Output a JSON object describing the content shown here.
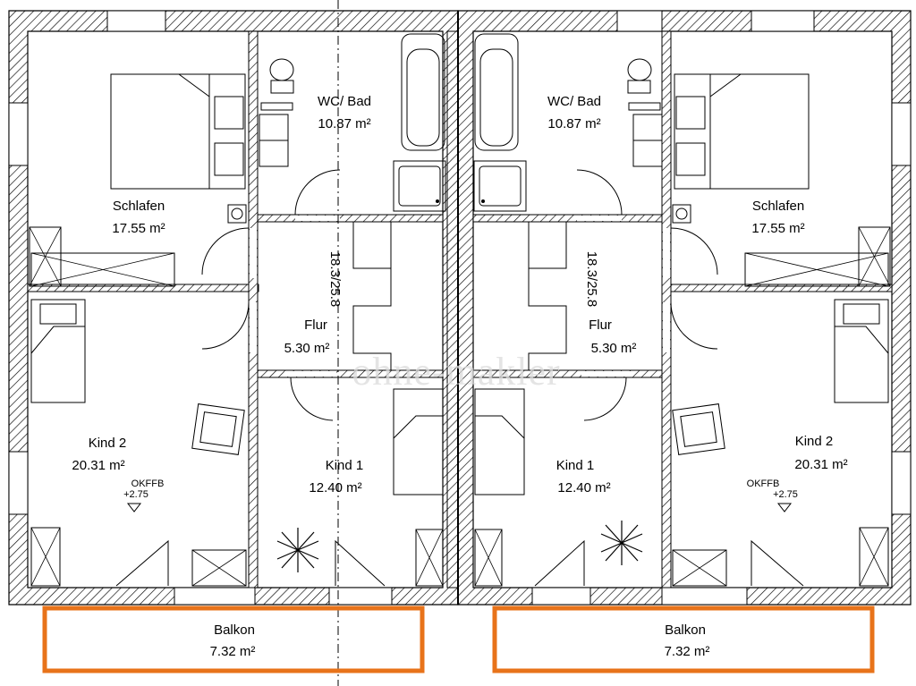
{
  "left_unit": {
    "schlafen": {
      "name": "Schlafen",
      "area": "17.55 m²"
    },
    "bad": {
      "name": "WC/ Bad",
      "area": "10.87 m²"
    },
    "flur": {
      "name": "Flur",
      "area": "5.30 m²"
    },
    "stair": "18.3/25.8",
    "kind2": {
      "name": "Kind 2",
      "area": "20.31 m²"
    },
    "kind1": {
      "name": "Kind 1",
      "area": "12.40 m²"
    },
    "balkon": {
      "name": "Balkon",
      "area": "7.32 m²"
    },
    "level": {
      "label": "OKFFB",
      "value": "+2.75"
    }
  },
  "right_unit": {
    "schlafen": {
      "name": "Schlafen",
      "area": "17.55 m²"
    },
    "bad": {
      "name": "WC/ Bad",
      "area": "10.87 m²"
    },
    "flur": {
      "name": "Flur",
      "area": "5.30 m²"
    },
    "stair": "18.3/25.8",
    "kind2": {
      "name": "Kind 2",
      "area": "20.31 m²"
    },
    "kind1": {
      "name": "Kind 1",
      "area": "12.40 m²"
    },
    "balkon": {
      "name": "Balkon",
      "area": "7.32 m²"
    },
    "level": {
      "label": "OKFFB",
      "value": "+2.75"
    }
  },
  "watermark": "ohne-makler",
  "colors": {
    "wall_hatch": "#000000",
    "balcony_rail": "#e8731a",
    "watermark": "#dcdcdc"
  }
}
